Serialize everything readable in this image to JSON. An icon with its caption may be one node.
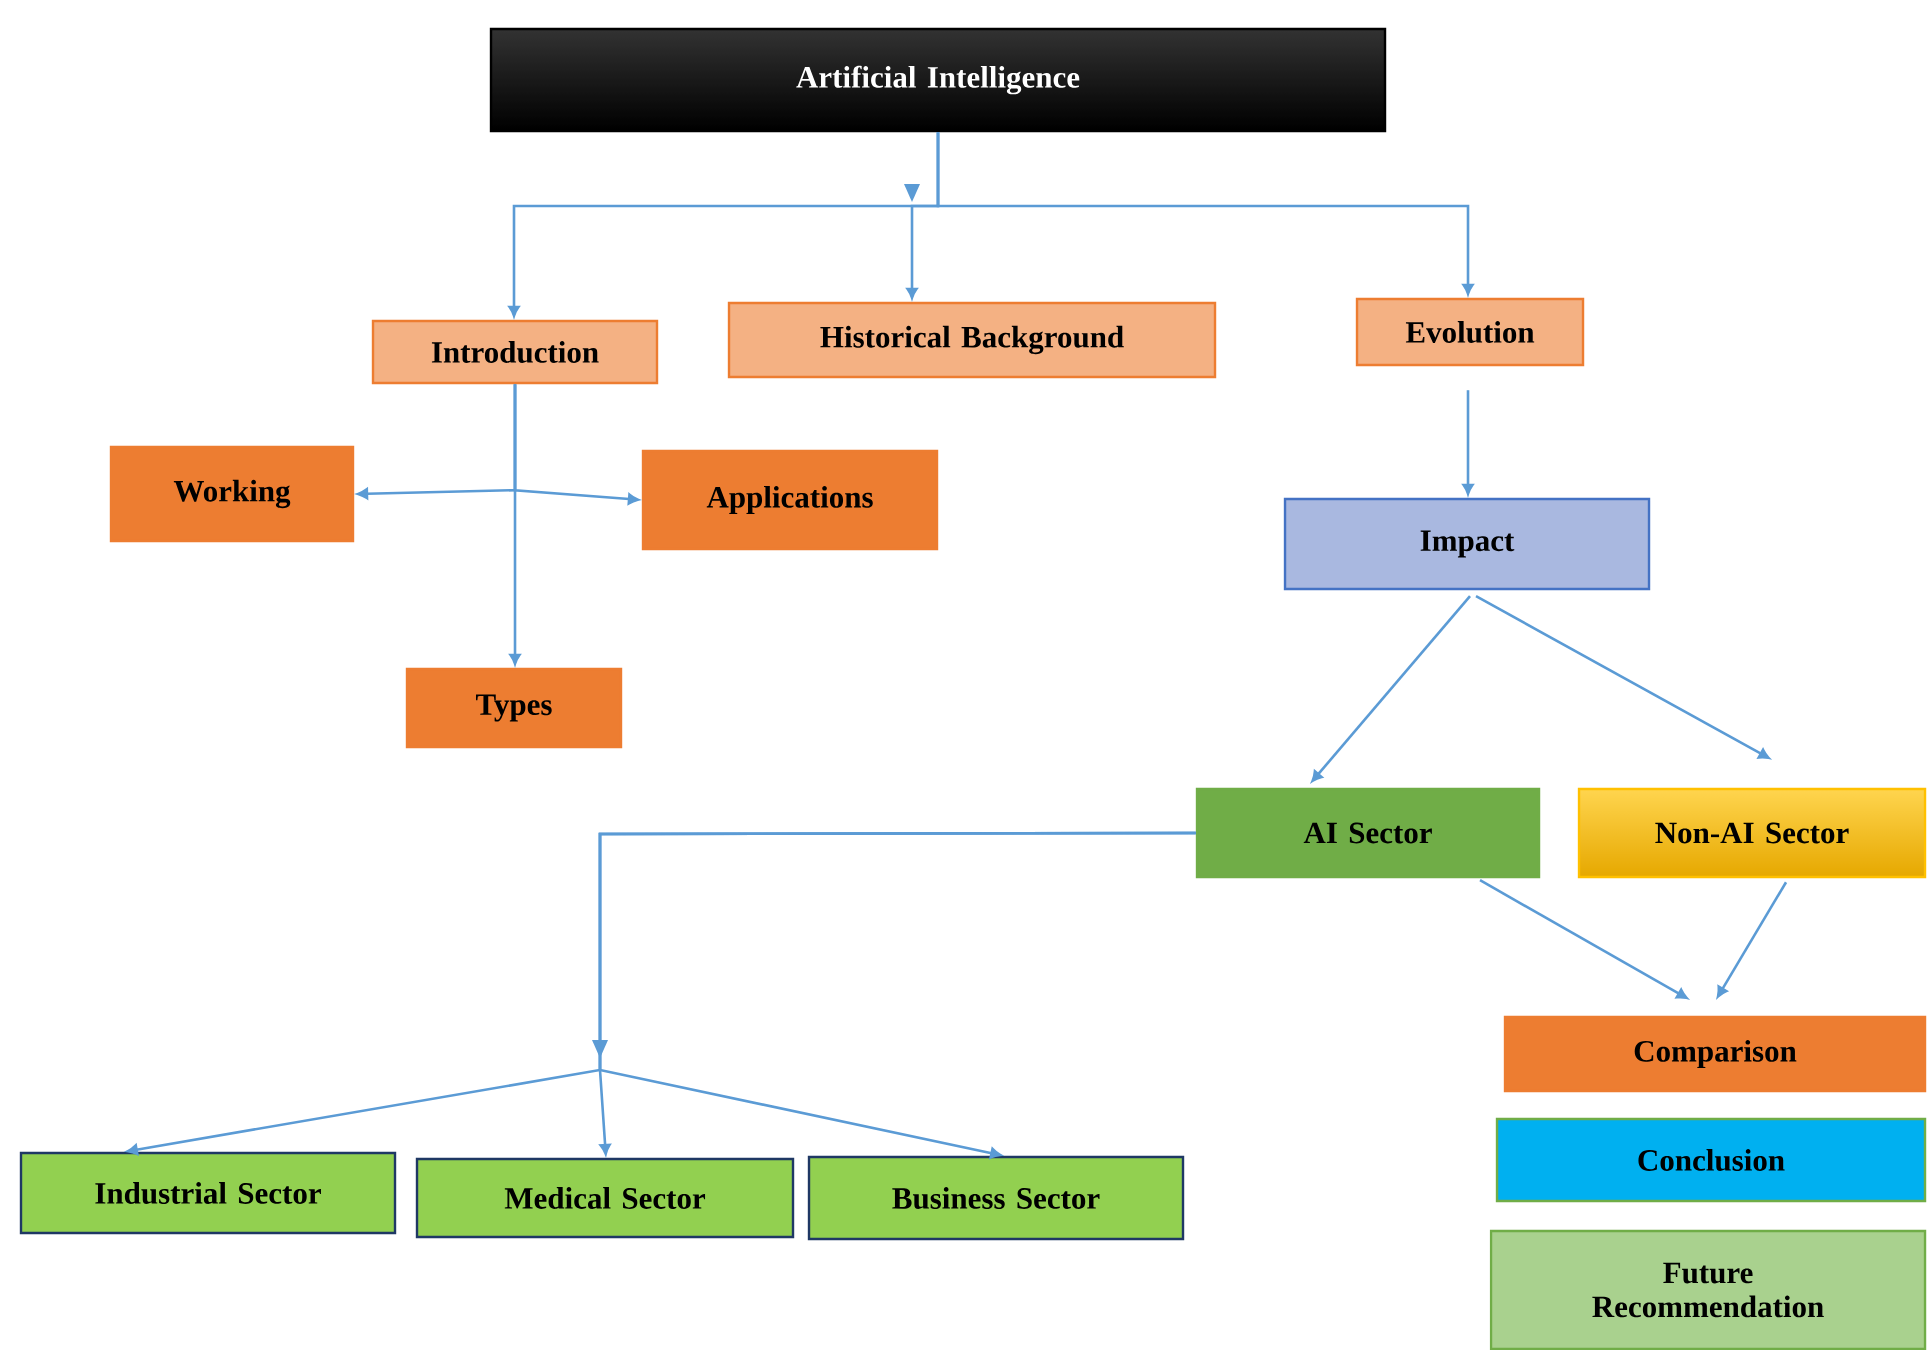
{
  "diagram": {
    "nodes": [
      {
        "text": [
          "Artificial Intelligence"
        ]
      },
      {
        "text": [
          "Introduction"
        ]
      },
      {
        "text": [
          "Historical Background"
        ]
      },
      {
        "text": [
          "Evolution"
        ]
      },
      {
        "text": [
          "Working"
        ]
      },
      {
        "text": [
          "Applications"
        ]
      },
      {
        "text": [
          "Types"
        ]
      },
      {
        "text": [
          "Impact"
        ]
      },
      {
        "text": [
          "AI Sector"
        ]
      },
      {
        "text": [
          "Non-AI Sector"
        ]
      },
      {
        "text": [
          "Comparison"
        ]
      },
      {
        "text": [
          "Conclusion"
        ]
      },
      {
        "text": [
          "Future Recommendation"
        ]
      },
      {
        "text": [
          "Industrial Sector"
        ]
      },
      {
        "text": [
          "Medical Sector"
        ]
      },
      {
        "text": [
          "Business Sector"
        ]
      }
    ],
    "edges": [
      {
        "from": 0,
        "to": 1,
        "arrow": "to"
      },
      {
        "from": 0,
        "to": 2,
        "arrow": "to"
      },
      {
        "from": 0,
        "to": 3,
        "arrow": "to"
      },
      {
        "from": 1,
        "to": 4,
        "arrow": "to"
      },
      {
        "from": 1,
        "to": 5,
        "arrow": "to"
      },
      {
        "from": 1,
        "to": 6,
        "arrow": "to"
      },
      {
        "from": 3,
        "to": 7,
        "arrow": "to"
      },
      {
        "from": 7,
        "to": 8,
        "arrow": "to"
      },
      {
        "from": 7,
        "to": 9,
        "arrow": "to"
      },
      {
        "from": 8,
        "to": 13,
        "arrow": "to"
      },
      {
        "from": 8,
        "to": 14,
        "arrow": "to"
      },
      {
        "from": 8,
        "to": 15,
        "arrow": "to"
      },
      {
        "from": 8,
        "to": 10,
        "arrow": "to"
      },
      {
        "from": 9,
        "to": 10,
        "arrow": "to"
      }
    ]
  }
}
